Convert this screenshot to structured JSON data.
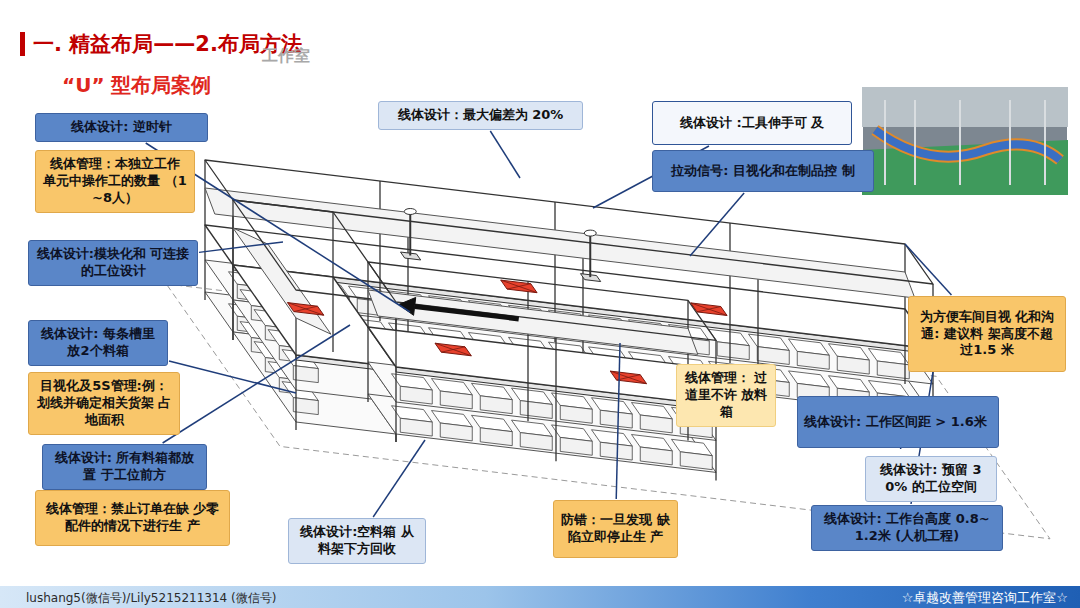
{
  "diagram": {
    "title": "一. 精益布局——2.布局方法",
    "nodes": [
      {
        "text": [
          "线体设计: 逆时针"
        ]
      },
      {
        "text": [
          "线体管理：本独立工作 单元中操作工的数量 （1~8人）"
        ]
      },
      {
        "text": [
          "线体设计：最大偏差为 20%"
        ]
      },
      {
        "text": [
          "线体设计 :工具伸手可 及"
        ]
      },
      {
        "text": [
          "拉动信号: 目视化和在制品控 制"
        ]
      },
      {
        "text": [
          "线体设计:模块化和 可连接的工位设计"
        ]
      },
      {
        "text": [
          "线体设计: 每条槽里 放2个料箱"
        ]
      },
      {
        "text": [
          "目视化及5S管理:例： 划线并确定相关货架 占地面积"
        ]
      },
      {
        "text": [
          "线体设计: 所有料箱都放置 于工位前方"
        ]
      },
      {
        "text": [
          "线体管理：禁止订单在缺 少零配件的情况下进行生 产"
        ]
      },
      {
        "text": [
          "线体设计:空料箱 从料架下方回收"
        ]
      },
      {
        "text": [
          "防错：一旦发现 缺陷立即停止生 产"
        ]
      },
      {
        "text": [
          "线体管理： 过道里不许 放料箱"
        ]
      },
      {
        "text": [
          "为方便车间目视 化和沟通: 建议料 架高度不超过1.5 米"
        ]
      },
      {
        "text": [
          "线体设计: 工作区间距 > 1.6米"
        ]
      },
      {
        "text": [
          "线体设计: 预留 30% 的工位空间"
        ]
      },
      {
        "text": [
          "线体设计: 工作台高度 0.8~1.2米 (人机工程)"
        ]
      }
    ],
    "labels": [
      "“U” 型布局案例",
      "工作室",
      "lushang5(微信号)/Lily5215211314 (微信号)",
      "☆卓越改善管理咨询工作室☆"
    ]
  }
}
